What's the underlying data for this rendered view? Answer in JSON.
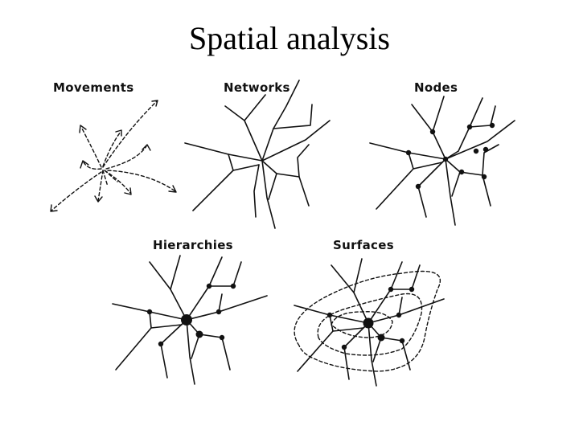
{
  "title": "Spatial analysis",
  "panels": {
    "movements": "Movements",
    "networks": "Networks",
    "nodes": "Nodes",
    "hierarchies": "Hierarchies",
    "surfaces": "Surfaces"
  }
}
